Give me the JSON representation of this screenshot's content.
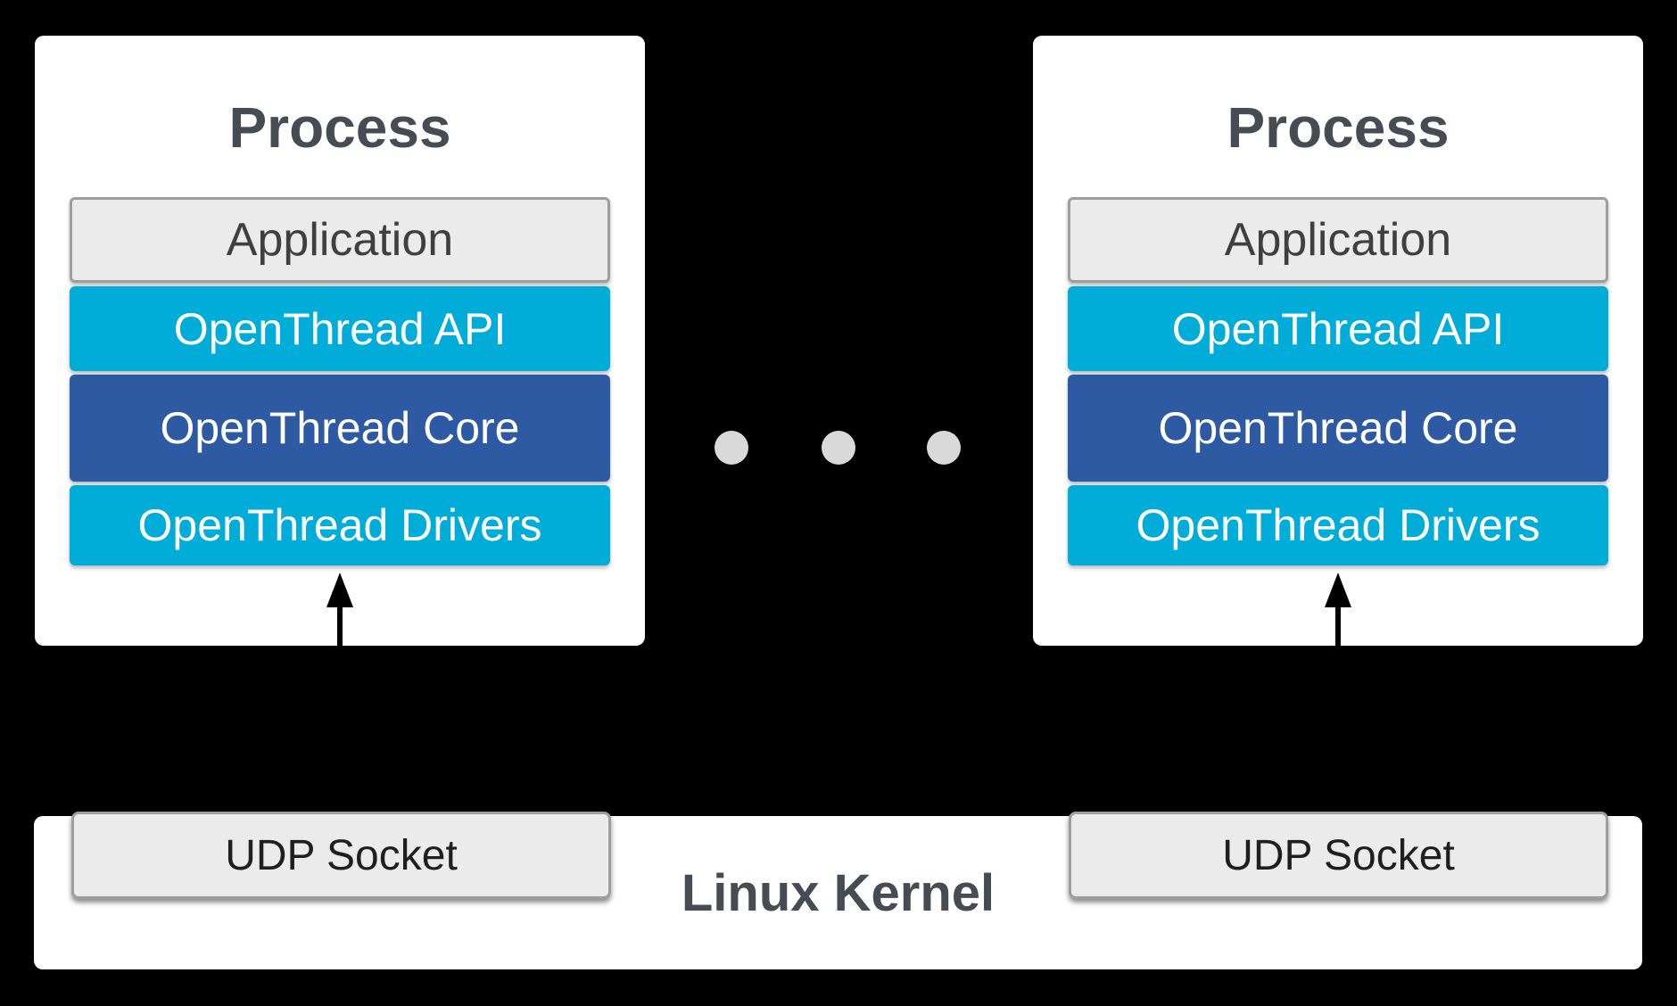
{
  "colors": {
    "background": "#000000",
    "process_bg": "#ffffff",
    "gray_layer_bg": "#ebebeb",
    "gray_layer_border": "#9e9e9e",
    "cyan_layer": "#00add9",
    "blue_layer": "#2e59a3",
    "heading_text": "#454c54",
    "gray_layer_text": "#3f3f3f",
    "colored_layer_text": "#ffffff",
    "udp_text": "#1f1f1f",
    "dot": "#d9d9d9",
    "arrow": "#000000"
  },
  "processes": [
    {
      "title": "Process",
      "layers": [
        {
          "label": "Application"
        },
        {
          "label": "OpenThread API"
        },
        {
          "label": "OpenThread Core"
        },
        {
          "label": "OpenThread Drivers"
        }
      ]
    },
    {
      "title": "Process",
      "layers": [
        {
          "label": "Application"
        },
        {
          "label": "OpenThread API"
        },
        {
          "label": "OpenThread Core"
        },
        {
          "label": "OpenThread Drivers"
        }
      ]
    }
  ],
  "ellipsis": {
    "dot_count": 3
  },
  "kernel": {
    "label": "Linux Kernel",
    "sockets": [
      {
        "label": "UDP Socket"
      },
      {
        "label": "UDP Socket"
      }
    ]
  }
}
